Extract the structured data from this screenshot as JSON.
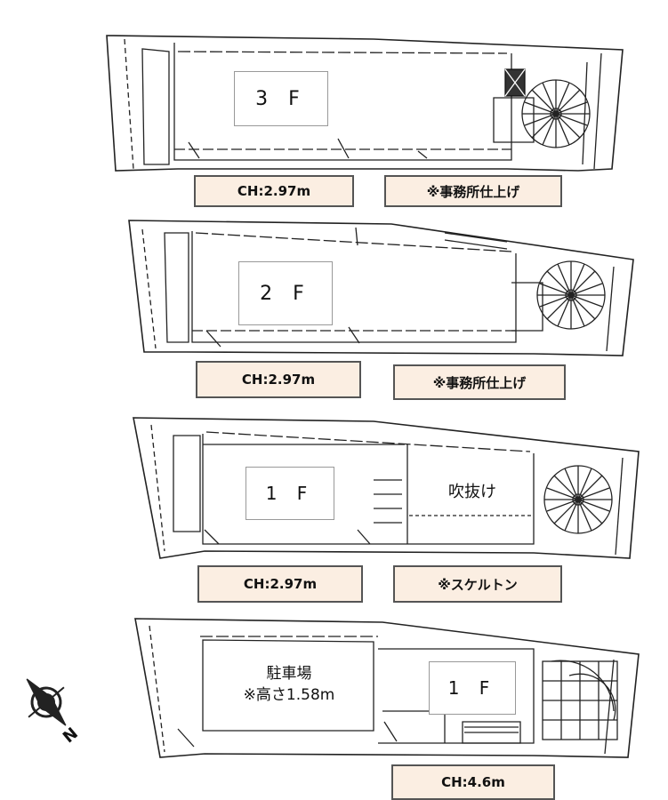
{
  "floors": [
    {
      "id": "3f",
      "room_label": "3 F",
      "ceiling": "CH:2.97m",
      "note": "※事務所仕上げ"
    },
    {
      "id": "2f",
      "room_label": "2 F",
      "ceiling": "CH:2.97m",
      "note": "※事務所仕上げ"
    },
    {
      "id": "1f-upper",
      "room_label": "1 F",
      "void_label": "吹抜け",
      "ceiling": "CH:2.97m",
      "note": "※スケルトン"
    },
    {
      "id": "1f-lower",
      "parking_label": "駐車場",
      "parking_note": "※高さ1.58m",
      "room_label": "1 F",
      "ceiling": "CH:4.6m"
    }
  ],
  "compass": {
    "letter": "N",
    "icon": "compass-north-icon"
  },
  "colors": {
    "tag_fill": "#fbeee2",
    "tag_border": "#555555",
    "wall": "#222222"
  }
}
